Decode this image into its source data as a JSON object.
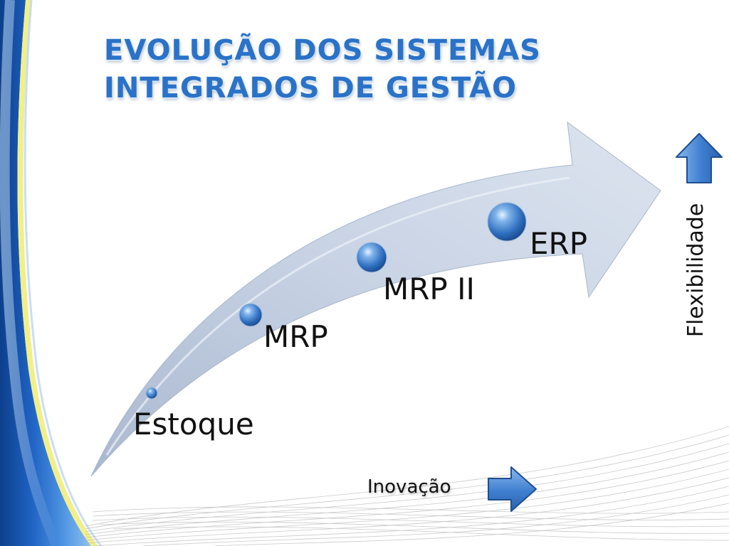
{
  "slide": {
    "title_lines": [
      "EVOLUÇÃO DOS SISTEMAS",
      "INTEGRADOS DE GESTÃO"
    ]
  },
  "evolution_arrow": {
    "stages": [
      {
        "label": "Estoque"
      },
      {
        "label": "MRP"
      },
      {
        "label": "MRP II"
      },
      {
        "label": "ERP"
      }
    ]
  },
  "axes": {
    "horizontal": {
      "label": "Inovação",
      "icon": "arrow-right-icon"
    },
    "vertical": {
      "label": "Flexibilidade",
      "icon": "arrow-up-icon"
    }
  },
  "colors": {
    "title": "#2a72c8",
    "arrow_fill": "#c7d2e4",
    "accent_blue": "#2f6fc0",
    "ribbon_yellow": "#f2ef8a"
  }
}
